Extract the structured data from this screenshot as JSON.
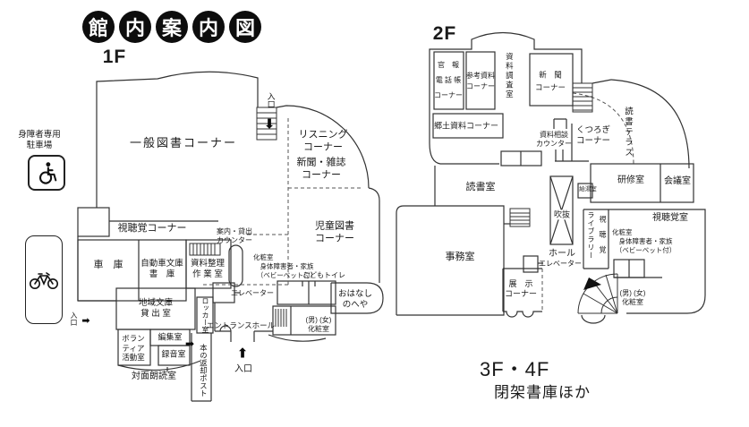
{
  "title": {
    "chars": [
      "館",
      "内",
      "案",
      "内",
      "図"
    ]
  },
  "floor1": {
    "label": "1F",
    "signs": {
      "accessible_parking": "身障者専用\n駐車場"
    },
    "entrances": {
      "top": "入口",
      "bottom": "入口",
      "left": "入口"
    },
    "rooms": {
      "general_books": "一般図書コーナー",
      "listening": "リスニング\nコーナー",
      "newspaper_magazine": "新聞・雑誌\nコーナー",
      "children_books": "児童図書\nコーナー",
      "audio_visual": "視聴覚コーナー",
      "garage": "車　庫",
      "mobile_library_stack": "自動車文庫\n書　庫",
      "material_sorting": "資料整理\n作 業 室",
      "regional_bunko_lending": "地域文庫\n貸 出 室",
      "info_lending_counter": "案内・貸出\nカウンター",
      "elevator": "エレベーター",
      "locker_room": "ロッカー室",
      "entrance_hall": "エントランスホール",
      "volunteer_room": "ボラン\nティア\n活動室",
      "editing_room": "編集室",
      "recording_room": "録音室",
      "face_to_face_reading": "対面朗読室",
      "book_return_post": "本の返却ポスト",
      "accessible_restroom": "化粧室\n　身体障害者・家族\n　（ベビーベット付）",
      "kids_toilet": "こどもトイレ",
      "story_room": "おはなし\nのへや",
      "mens_womens_restroom": "(男) (女)\n化粧室"
    }
  },
  "floor2": {
    "label": "2F",
    "rooms": {
      "gazette_phonebook": "官　報\n電 話 帳\nコーナー",
      "reference_materials": "参考資料\nコーナー",
      "research_room": "資料調査室",
      "newspaper": "新　聞\nコーナー",
      "local_materials": "郷土資料コーナー",
      "consult_counter": "資料相談\nカウンター",
      "relax_corner": "くつろぎ\nコーナー",
      "reading_terrace": "読書テラス",
      "reading_room": "読書室",
      "training_room": "研修室",
      "meeting_room": "会議室",
      "kitchenette": "給湯室",
      "atrium": "吹抜",
      "hall": "ホール",
      "elevator": "エレベーター",
      "office": "事務室",
      "exhibition": "展　示\nコーナー",
      "av_room": "視聴覚室",
      "av_library_right_col": "視聴覚",
      "av_library_left_col": "ライブラリー",
      "accessible_restroom": "化粧室\n　身体障害者・家族\n　（ベビーベット付）",
      "mens_womens_restroom": "(男) (女)\n化粧室"
    }
  },
  "floor34": {
    "label": "3F・4F",
    "note": "閉架書庫ほか"
  },
  "icons": {
    "arrow_down": "⬇",
    "arrow_up": "⬆",
    "arrow_right": "➡"
  }
}
